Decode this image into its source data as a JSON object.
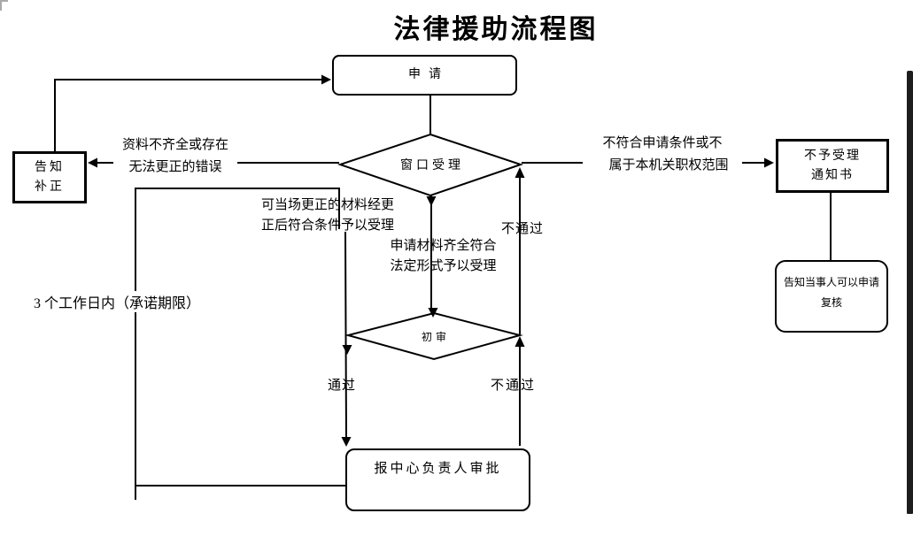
{
  "page": {
    "title": "法律援助流程图"
  },
  "nodes": {
    "apply": {
      "label": "申请"
    },
    "window_accept": {
      "label": "窗口受理"
    },
    "notify_correction": {
      "line1": "告知",
      "line2": "补正"
    },
    "rejection_notice": {
      "line1": "不予受理",
      "line2": "通知书"
    },
    "review_notice": {
      "line1": "告知当事人可以申请",
      "line2": "复核"
    },
    "preliminary_review": {
      "label": "初审"
    },
    "director_approval": {
      "label": "报中心负责人审批"
    }
  },
  "edge_labels": {
    "incomplete": {
      "line1": "资料不齐全或存在",
      "line2": "无法更正的错误"
    },
    "not_qualified": {
      "line1": "不符合申请条件或不",
      "line2": "属于本机关职权范围"
    },
    "correctable": {
      "line1": "可当场更正的材料经更",
      "line2": "正后符合条件予以受理"
    },
    "complete": {
      "line1": "申请材料齐全符合",
      "line2": "法定形式予以受理"
    },
    "fail_top": "不通过",
    "pass": "通过",
    "fail_bottom": "不通过",
    "deadline": "3 个工作日内（承诺期限）"
  },
  "colors": {
    "line": "#000000",
    "background": "#ffffff",
    "edge_bar": "#1d1d1d"
  }
}
